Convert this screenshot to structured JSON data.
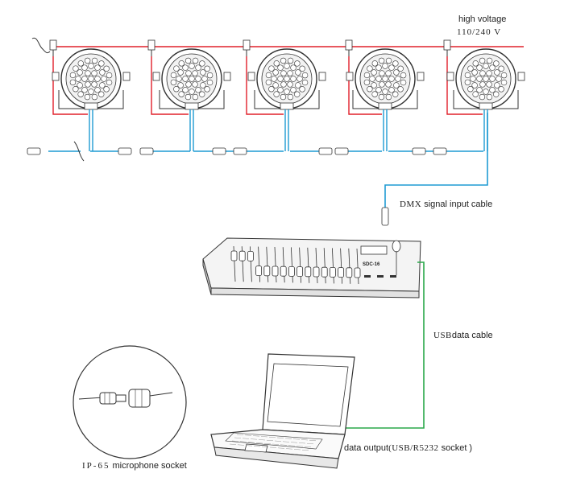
{
  "labels": {
    "high_voltage": "high voltage",
    "voltage_value": "110/240 V",
    "dmx_prefix": "DMX",
    "dmx_suffix": " signal input cable",
    "usb_prefix": "USB",
    "usb_suffix": "data cable",
    "data_output_a": "data output",
    "data_output_b": "(USB/R5232",
    "data_output_c": " socket )",
    "ip65_prefix": "IP-65",
    "ip65_suffix": " microphone socket",
    "controller_model": "SDC-16"
  },
  "fixtures": [
    "par-light-1",
    "par-light-2",
    "par-light-3",
    "par-light-4",
    "par-light-5"
  ],
  "colors": {
    "power_line": "#e0202a",
    "dmx_line": "#1f9bd3",
    "usb_line": "#2aa84a",
    "outline": "#333333"
  }
}
